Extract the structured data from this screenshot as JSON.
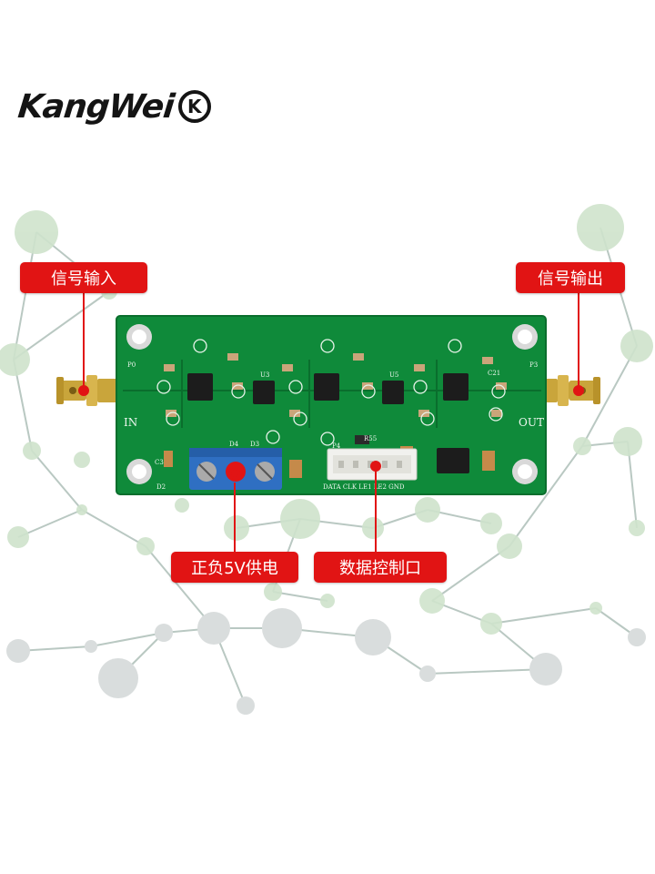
{
  "brand": {
    "name": "KangWei",
    "mark_label": "K"
  },
  "callouts": {
    "signal_input": "信号输入",
    "signal_output": "信号输出",
    "power_supply": "正负5V供电",
    "data_control_port": "数据控制口"
  },
  "board": {
    "labels": {
      "in": "IN",
      "out": "OUT",
      "p0": "P0",
      "p3": "P3",
      "p4": "P4",
      "connector_pins": "DATA CLK LE1 LE2 GND",
      "u3": "U3",
      "u5": "U5",
      "c3": "C3",
      "c21": "C21",
      "d2": "D2",
      "d3": "D3",
      "d4": "D4",
      "r55": "R55"
    }
  },
  "colors": {
    "pcb": "#0f8a3a",
    "pcb_dark": "#0a6e2d",
    "callout": "#e11414",
    "terminal_block": "#2f6fc2",
    "network_node": "#cfe3cc",
    "network_line": "#b9c8c2"
  }
}
